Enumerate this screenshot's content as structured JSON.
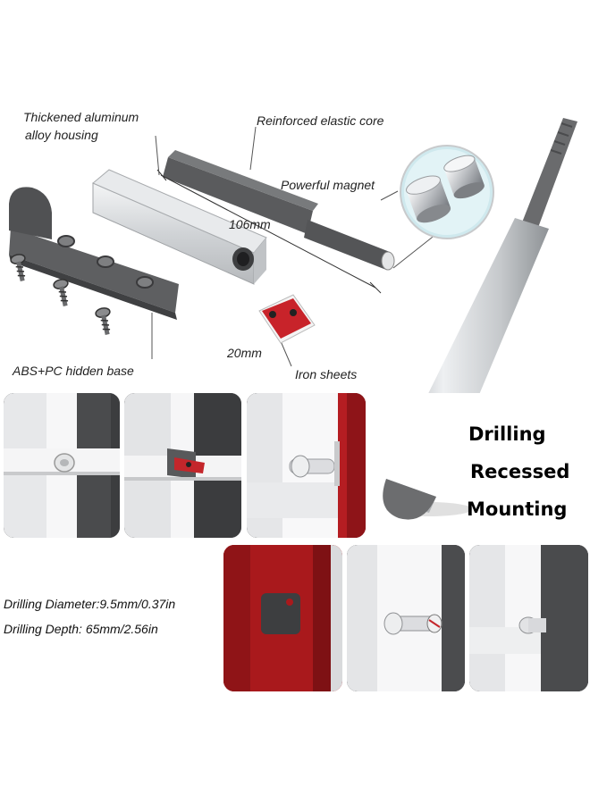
{
  "labels": {
    "housing_line1": "Thickened aluminum",
    "housing_line2": "alloy housing",
    "core": "Reinforced elastic core",
    "magnet": "Powerful magnet",
    "length": "106mm",
    "base": "ABS+PC hidden base",
    "sheet_size": "20mm",
    "iron": "Iron sheets"
  },
  "headline": {
    "line1": "Drilling",
    "line2": "Recessed",
    "line3": "Mounting"
  },
  "specs": {
    "diameter": "Drilling Diameter:9.5mm/0.37in",
    "depth": "Drilling Depth: 65mm/2.56in"
  },
  "colors": {
    "dark_gray": "#5d5e60",
    "aluminum": "#d6d8da",
    "red": "#a9191c",
    "white_panel": "#f3f4f6"
  }
}
